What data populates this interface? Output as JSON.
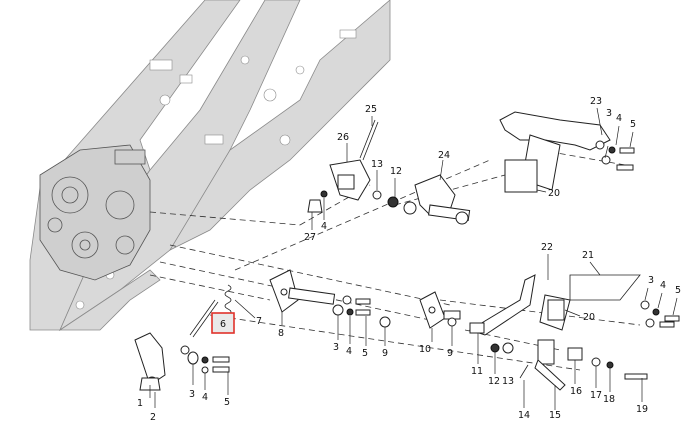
{
  "callouts": [
    {
      "id": "c1",
      "label": "1"
    },
    {
      "id": "c2",
      "label": "2"
    },
    {
      "id": "c3a",
      "label": "3"
    },
    {
      "id": "c4a",
      "label": "4"
    },
    {
      "id": "c5a",
      "label": "5"
    },
    {
      "id": "c6",
      "label": "6"
    },
    {
      "id": "c7",
      "label": "7"
    },
    {
      "id": "c8",
      "label": "8"
    },
    {
      "id": "c3b",
      "label": "3"
    },
    {
      "id": "c4b",
      "label": "4"
    },
    {
      "id": "c5b",
      "label": "5"
    },
    {
      "id": "c9a",
      "label": "9"
    },
    {
      "id": "c10",
      "label": "10"
    },
    {
      "id": "c9b",
      "label": "9"
    },
    {
      "id": "c11",
      "label": "11"
    },
    {
      "id": "c12a",
      "label": "12"
    },
    {
      "id": "c13a",
      "label": "13"
    },
    {
      "id": "c14",
      "label": "14"
    },
    {
      "id": "c15",
      "label": "15"
    },
    {
      "id": "c16",
      "label": "16"
    },
    {
      "id": "c17",
      "label": "17"
    },
    {
      "id": "c18",
      "label": "18"
    },
    {
      "id": "c19",
      "label": "19"
    },
    {
      "id": "c20a",
      "label": "20"
    },
    {
      "id": "c21",
      "label": "21"
    },
    {
      "id": "c22",
      "label": "22"
    },
    {
      "id": "c3c",
      "label": "3"
    },
    {
      "id": "c4c",
      "label": "4"
    },
    {
      "id": "c5c",
      "label": "5"
    },
    {
      "id": "c23",
      "label": "23"
    },
    {
      "id": "c3d",
      "label": "3"
    },
    {
      "id": "c4d",
      "label": "4"
    },
    {
      "id": "c5d",
      "label": "5"
    },
    {
      "id": "c20b",
      "label": "20"
    },
    {
      "id": "c24",
      "label": "24"
    },
    {
      "id": "c25",
      "label": "25"
    },
    {
      "id": "c26",
      "label": "26"
    },
    {
      "id": "c13b",
      "label": "13"
    },
    {
      "id": "c12b",
      "label": "12"
    },
    {
      "id": "c4e",
      "label": "4"
    },
    {
      "id": "c27",
      "label": "27"
    }
  ],
  "highlighted_callout": "c6",
  "colors": {
    "highlight": "#e0322b",
    "ink": "#111111",
    "frame": "#d9d9d9"
  }
}
